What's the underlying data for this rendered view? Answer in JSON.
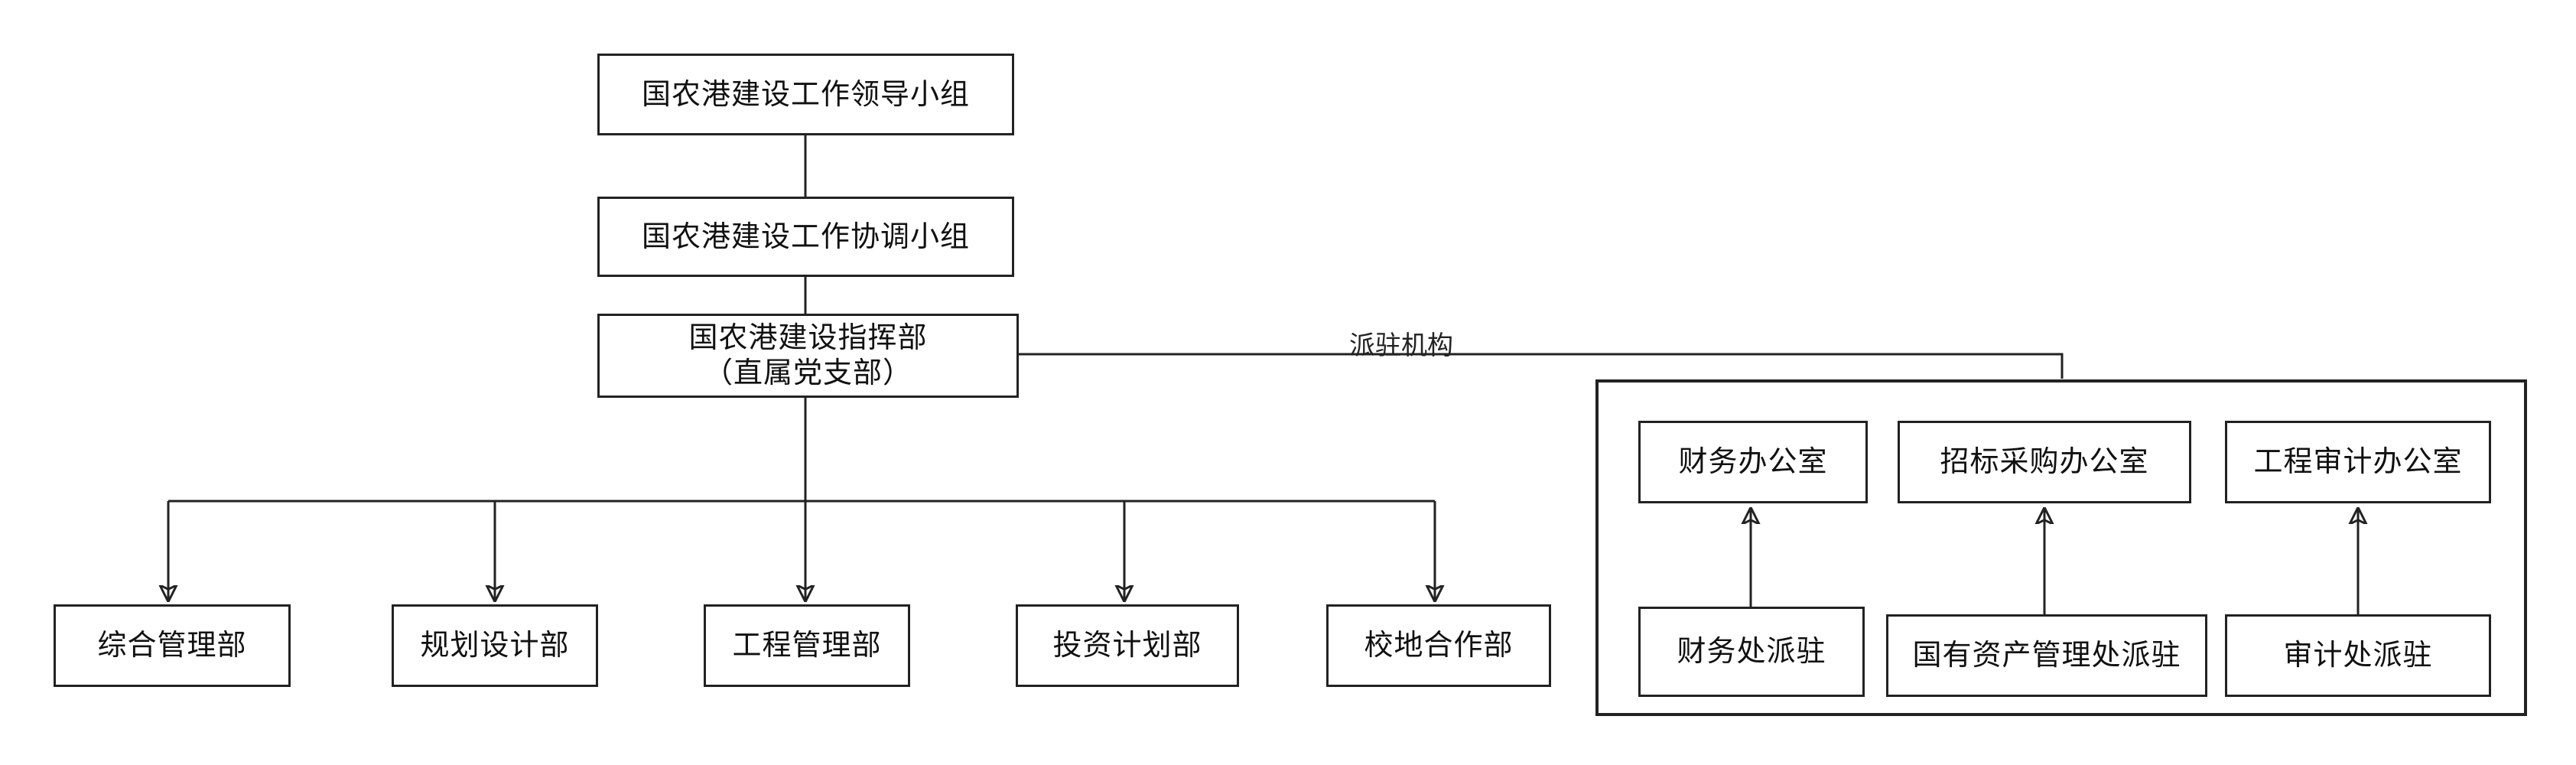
{
  "chart_data": {
    "type": "org_chart",
    "nodes": {
      "leading_group": "国农港建设工作领导小组",
      "coordination_group": "国农港建设工作协调小组",
      "headquarters_line1": "国农港建设指挥部",
      "headquarters_line2": "（直属党支部）",
      "departments": [
        "综合管理部",
        "规划设计部",
        "工程管理部",
        "投资计划部",
        "校地合作部"
      ],
      "stationed_label": "派驻机构",
      "offices": [
        "财务办公室",
        "招标采购办公室",
        "工程审计办公室"
      ],
      "stations": [
        "财务处派驻",
        "国有资产管理处派驻",
        "审计处派驻"
      ]
    },
    "edges": [
      [
        "国农港建设工作领导小组",
        "国农港建设工作协调小组"
      ],
      [
        "国农港建设工作协调小组",
        "国农港建设指挥部"
      ],
      [
        "国农港建设指挥部",
        "综合管理部"
      ],
      [
        "国农港建设指挥部",
        "规划设计部"
      ],
      [
        "国农港建设指挥部",
        "工程管理部"
      ],
      [
        "国农港建设指挥部",
        "投资计划部"
      ],
      [
        "国农港建设指挥部",
        "校地合作部"
      ],
      [
        "国农港建设指挥部",
        "派驻机构"
      ],
      [
        "财务处派驻",
        "财务办公室"
      ],
      [
        "国有资产管理处派驻",
        "招标采购办公室"
      ],
      [
        "审计处派驻",
        "工程审计办公室"
      ]
    ]
  }
}
